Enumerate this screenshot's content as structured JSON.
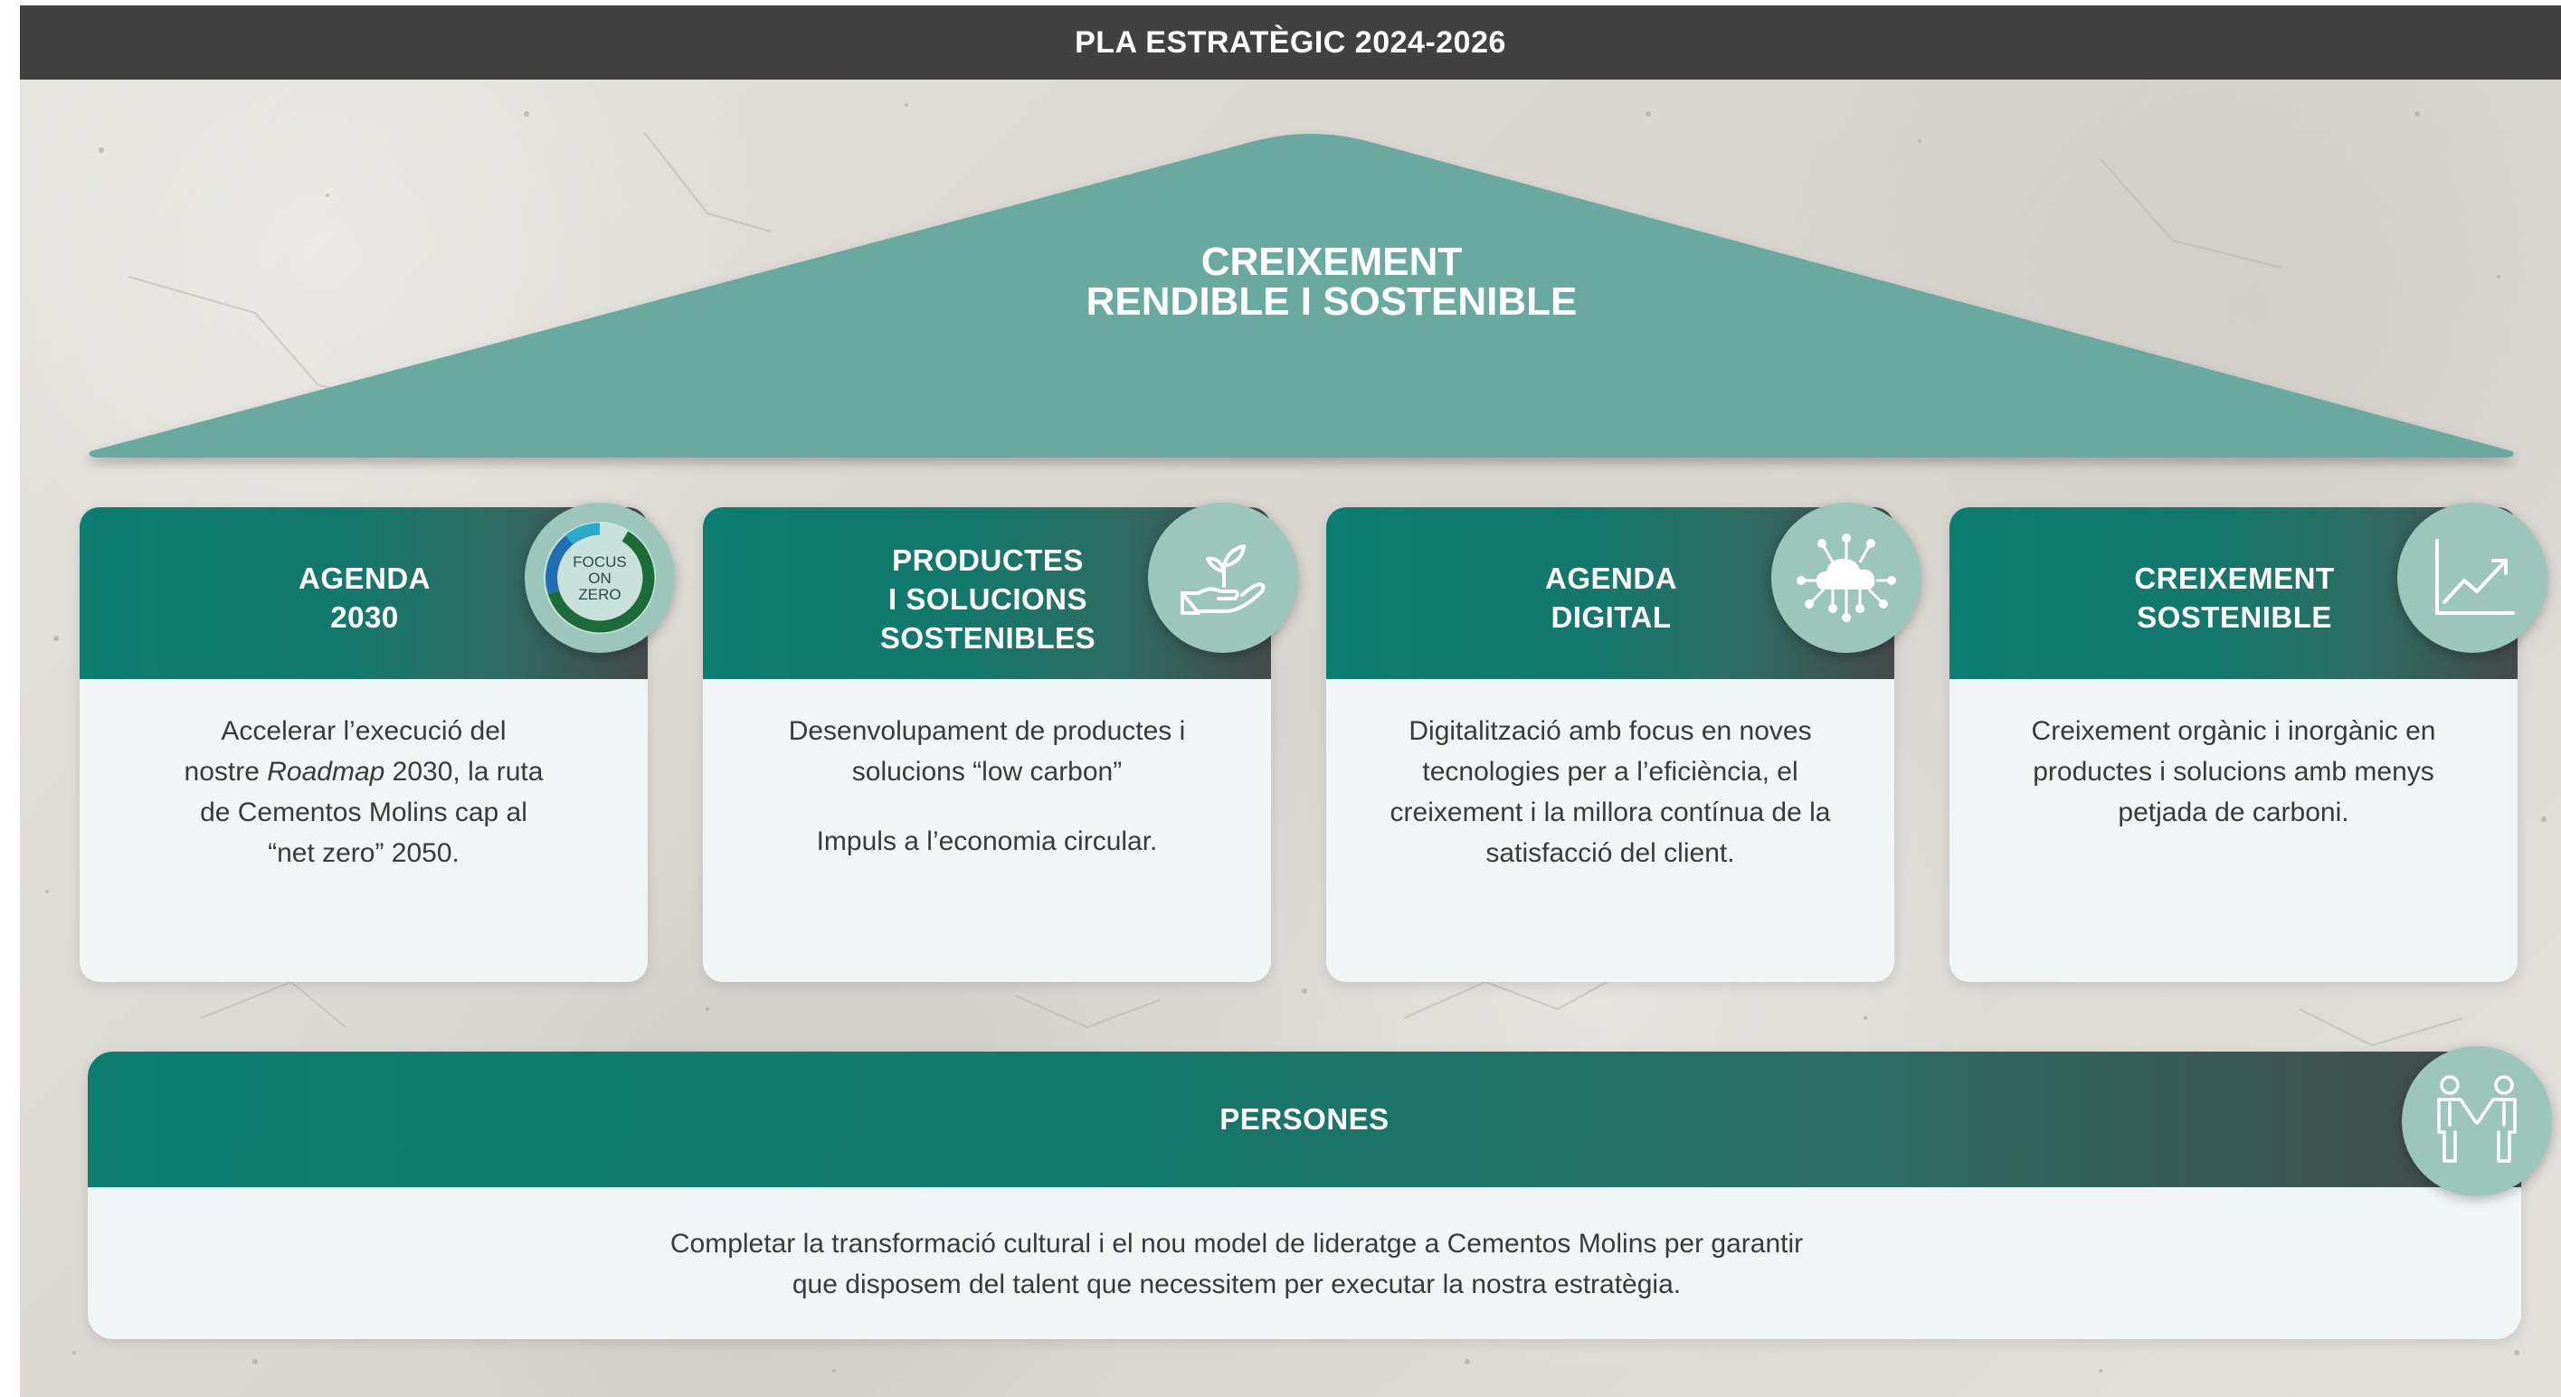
{
  "header": {
    "title": "PLA ESTRATÈGIC 2024-2026"
  },
  "roof": {
    "title_line1": "CREIXEMENT",
    "title_line2": "RENDIBLE I SOSTENIBLE",
    "color": "#6aa99f"
  },
  "colors": {
    "header_bar": "#414141",
    "teal_dark": "#0c7d70",
    "grey_dark": "#444a49",
    "badge": "#9cc6bc",
    "card_body": "#f1f5f5"
  },
  "pillars": [
    {
      "title_lines": [
        "AGENDA",
        "2030"
      ],
      "icon": "focus-on-zero-logo",
      "logo_text": [
        "FOCUS",
        "ON",
        "ZERO"
      ],
      "body_parts": [
        "Accelerar l’execució del",
        "nostre ",
        "Roadmap",
        " 2030, la ruta",
        "de Cementos Molins cap al",
        "“net zero” 2050."
      ]
    },
    {
      "title_lines": [
        "PRODUCTES",
        "I SOLUCIONS",
        "SOSTENIBLES"
      ],
      "icon": "plant-in-hand-icon",
      "paragraphs": [
        [
          "Desenvolupament de productes i",
          "solucions “low carbon”"
        ],
        [
          "Impuls a l’economia circular."
        ]
      ]
    },
    {
      "title_lines": [
        "AGENDA",
        "DIGITAL"
      ],
      "icon": "cloud-network-icon",
      "paragraphs": [
        [
          "Digitalització amb focus en noves",
          "tecnologies per a l’eficiència, el",
          "creixement i la millora contínua de la",
          "satisfacció del client."
        ]
      ]
    },
    {
      "title_lines": [
        "CREIXEMENT",
        "SOSTENIBLE"
      ],
      "icon": "growth-chart-icon",
      "paragraphs": [
        [
          "Creixement orgànic i inorgànic en",
          "productes i solucions amb menys",
          "petjada de carboni."
        ]
      ]
    }
  ],
  "persons": {
    "title": "PERSONES",
    "icon": "people-holding-hands-icon",
    "body_lines": [
      "Completar la transformació cultural i el nou model de lideratge a Cementos Molins per garantir",
      "que disposem del talent que necessitem per executar la nostra estratègia."
    ]
  }
}
